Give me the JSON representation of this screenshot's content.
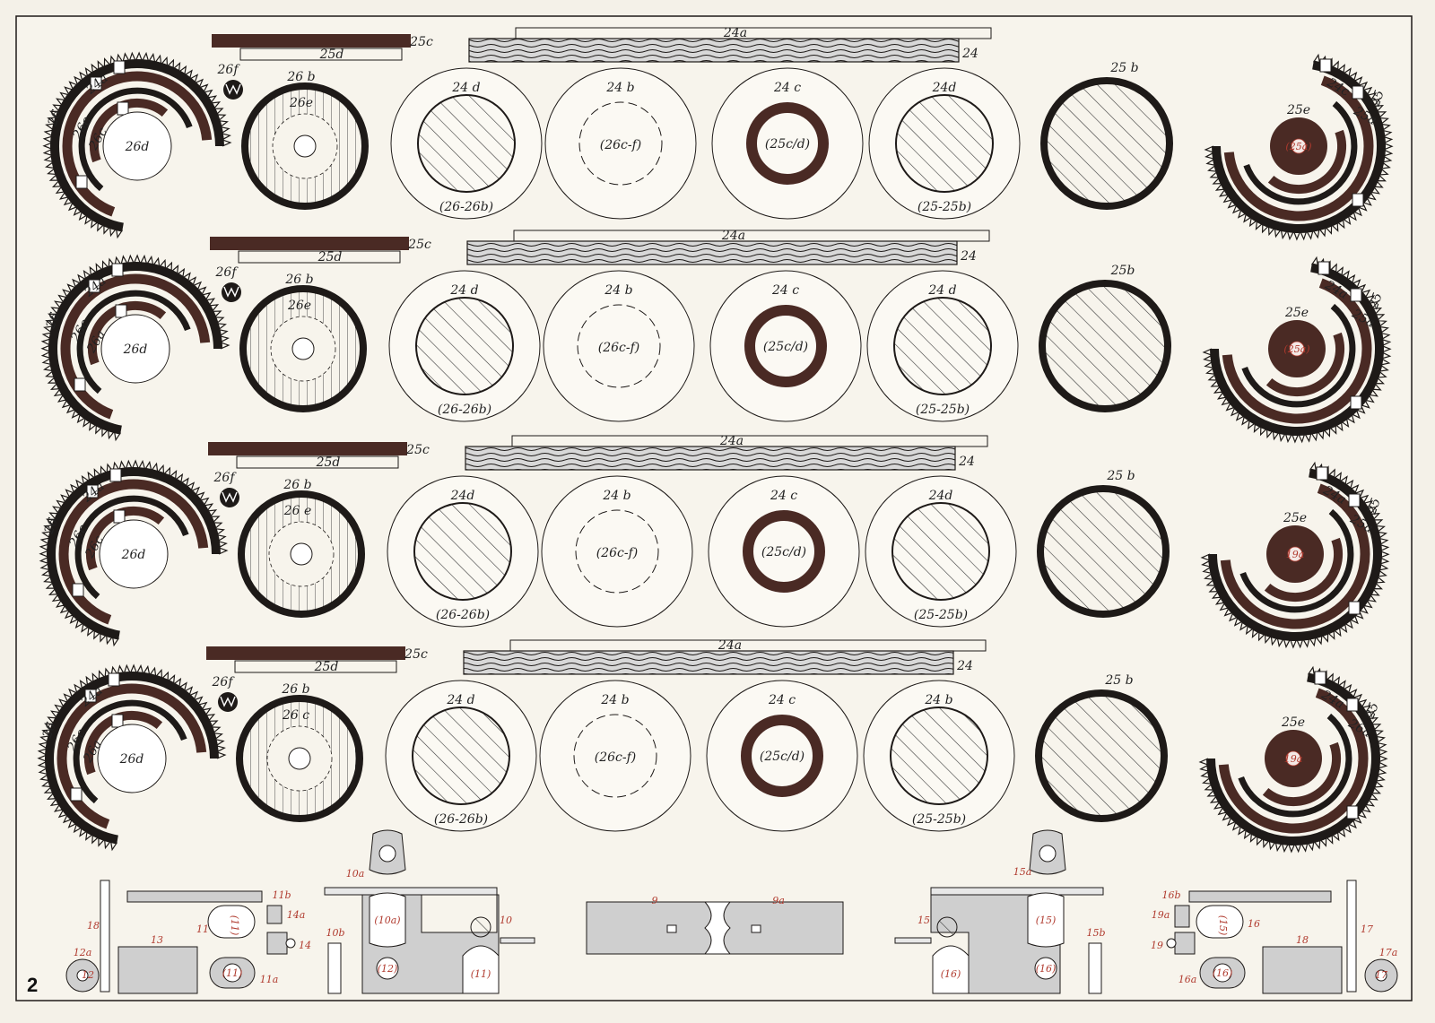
{
  "page_number": "2",
  "colors": {
    "paper": "#f7f4ec",
    "ink": "#1e1a18",
    "brown": "#4a2a24",
    "gray": "#cfcfcf",
    "hatch": "#3a3a3a",
    "red": "#b03a2e"
  },
  "strip_labels": {
    "bar_brown": "25c",
    "bar_thin": "25d",
    "long_top": "24a",
    "long_main": "24"
  },
  "rows": [
    {
      "row": 1,
      "gear_left": {
        "outer": "26",
        "ring": "24a",
        "tab": "26c",
        "inner": "26d",
        "ring2": "26c"
      },
      "logo": "26f",
      "wheel": {
        "top": "26 b",
        "inner": "26e"
      },
      "disc_a": {
        "top": "24 d",
        "bottom": "(26-26b)"
      },
      "disc_b": {
        "top": "24 b",
        "center": "(26c-f)"
      },
      "disc_c": {
        "top": "24 c",
        "center": "(25c/d)"
      },
      "disc_d": {
        "top": "24d",
        "bottom": "(25-25b)"
      },
      "disc_e": {
        "top": "25 b"
      },
      "gear_right": {
        "tab": "24c",
        "outer": "25",
        "ring": "25a",
        "hub": "25e",
        "hub_inner": "(25a)"
      }
    },
    {
      "row": 2,
      "gear_left": {
        "outer": "26",
        "ring": "24a",
        "tab": "26c",
        "inner": "26d",
        "ring2": "26a"
      },
      "logo": "26f",
      "wheel": {
        "top": "26 b",
        "inner": "26e"
      },
      "disc_a": {
        "top": "24 d",
        "bottom": "(26-26b)"
      },
      "disc_b": {
        "top": "24 b",
        "center": "(26c-f)"
      },
      "disc_c": {
        "top": "24 c",
        "center": "(25c/d)"
      },
      "disc_d": {
        "top": "24 d",
        "bottom": "(25-25b)"
      },
      "disc_e": {
        "top": "25b"
      },
      "gear_right": {
        "tab": "24a",
        "outer": "25",
        "ring": "25a",
        "hub": "25e",
        "hub_inner": "(25a)"
      }
    },
    {
      "row": 3,
      "gear_left": {
        "outer": "26",
        "ring": "24a",
        "tab": "26c",
        "inner": "26d",
        "ring2": "26c"
      },
      "logo": "26f",
      "wheel": {
        "top": "26 b",
        "inner": "26 e"
      },
      "disc_a": {
        "top": "24d",
        "bottom": "(26-26b)"
      },
      "disc_b": {
        "top": "24 b",
        "center": "(26c-f)"
      },
      "disc_c": {
        "top": "24 c",
        "center": "(25c/d)"
      },
      "disc_d": {
        "top": "24d",
        "bottom": "(25-25b)"
      },
      "disc_e": {
        "top": "25 b"
      },
      "gear_right": {
        "tab": "24a",
        "outer": "25",
        "ring": "25a",
        "hub": "25e",
        "hub_inner": "19a"
      }
    },
    {
      "row": 4,
      "gear_left": {
        "outer": "26",
        "ring": "24a",
        "tab": "26c",
        "inner": "26d",
        "ring2": "26a"
      },
      "logo": "26f",
      "wheel": {
        "top": "26 b",
        "inner": "26 c"
      },
      "disc_a": {
        "top": "24 d",
        "bottom": "(26-26b)"
      },
      "disc_b": {
        "top": "24 b",
        "center": "(26c-f)"
      },
      "disc_c": {
        "top": "24 c",
        "center": "(25c/d)"
      },
      "disc_d": {
        "top": "24 b",
        "bottom": "(25-25b)"
      },
      "disc_e": {
        "top": "25 b"
      },
      "gear_right": {
        "tab": "24a",
        "outer": "25",
        "ring": "26a",
        "hub": "25e",
        "hub_inner": "19a"
      }
    }
  ],
  "bottom_parts": {
    "p18_left": "18",
    "p12a": "12a",
    "p12": "12",
    "p13": "13",
    "p11b": "11b",
    "p14a": "14a",
    "p11": "11",
    "p11_inner": "(11)",
    "p14": "14",
    "p11a": "11a",
    "p11a_inner": "(11)",
    "p10a": "10a",
    "p10b": "10b",
    "p10a_inner": "(10a)",
    "p10": "10",
    "p12_inner": "(12)",
    "p11_tab": "(11)",
    "p9": "9",
    "p9a": "9a",
    "p15a": "15a",
    "p15": "15",
    "p15_inner": "(15)",
    "p15b": "15b",
    "p16_tab": "(16)",
    "p16_inner": "(16)",
    "p16b": "16b",
    "p19a": "19a",
    "p15_oval": "(15)",
    "p16": "16",
    "p19": "19",
    "p16a": "16a",
    "p16a_inner": "(16)",
    "p18_right": "18",
    "p17": "17",
    "p17a": "17a",
    "p17a_inner": "17"
  }
}
